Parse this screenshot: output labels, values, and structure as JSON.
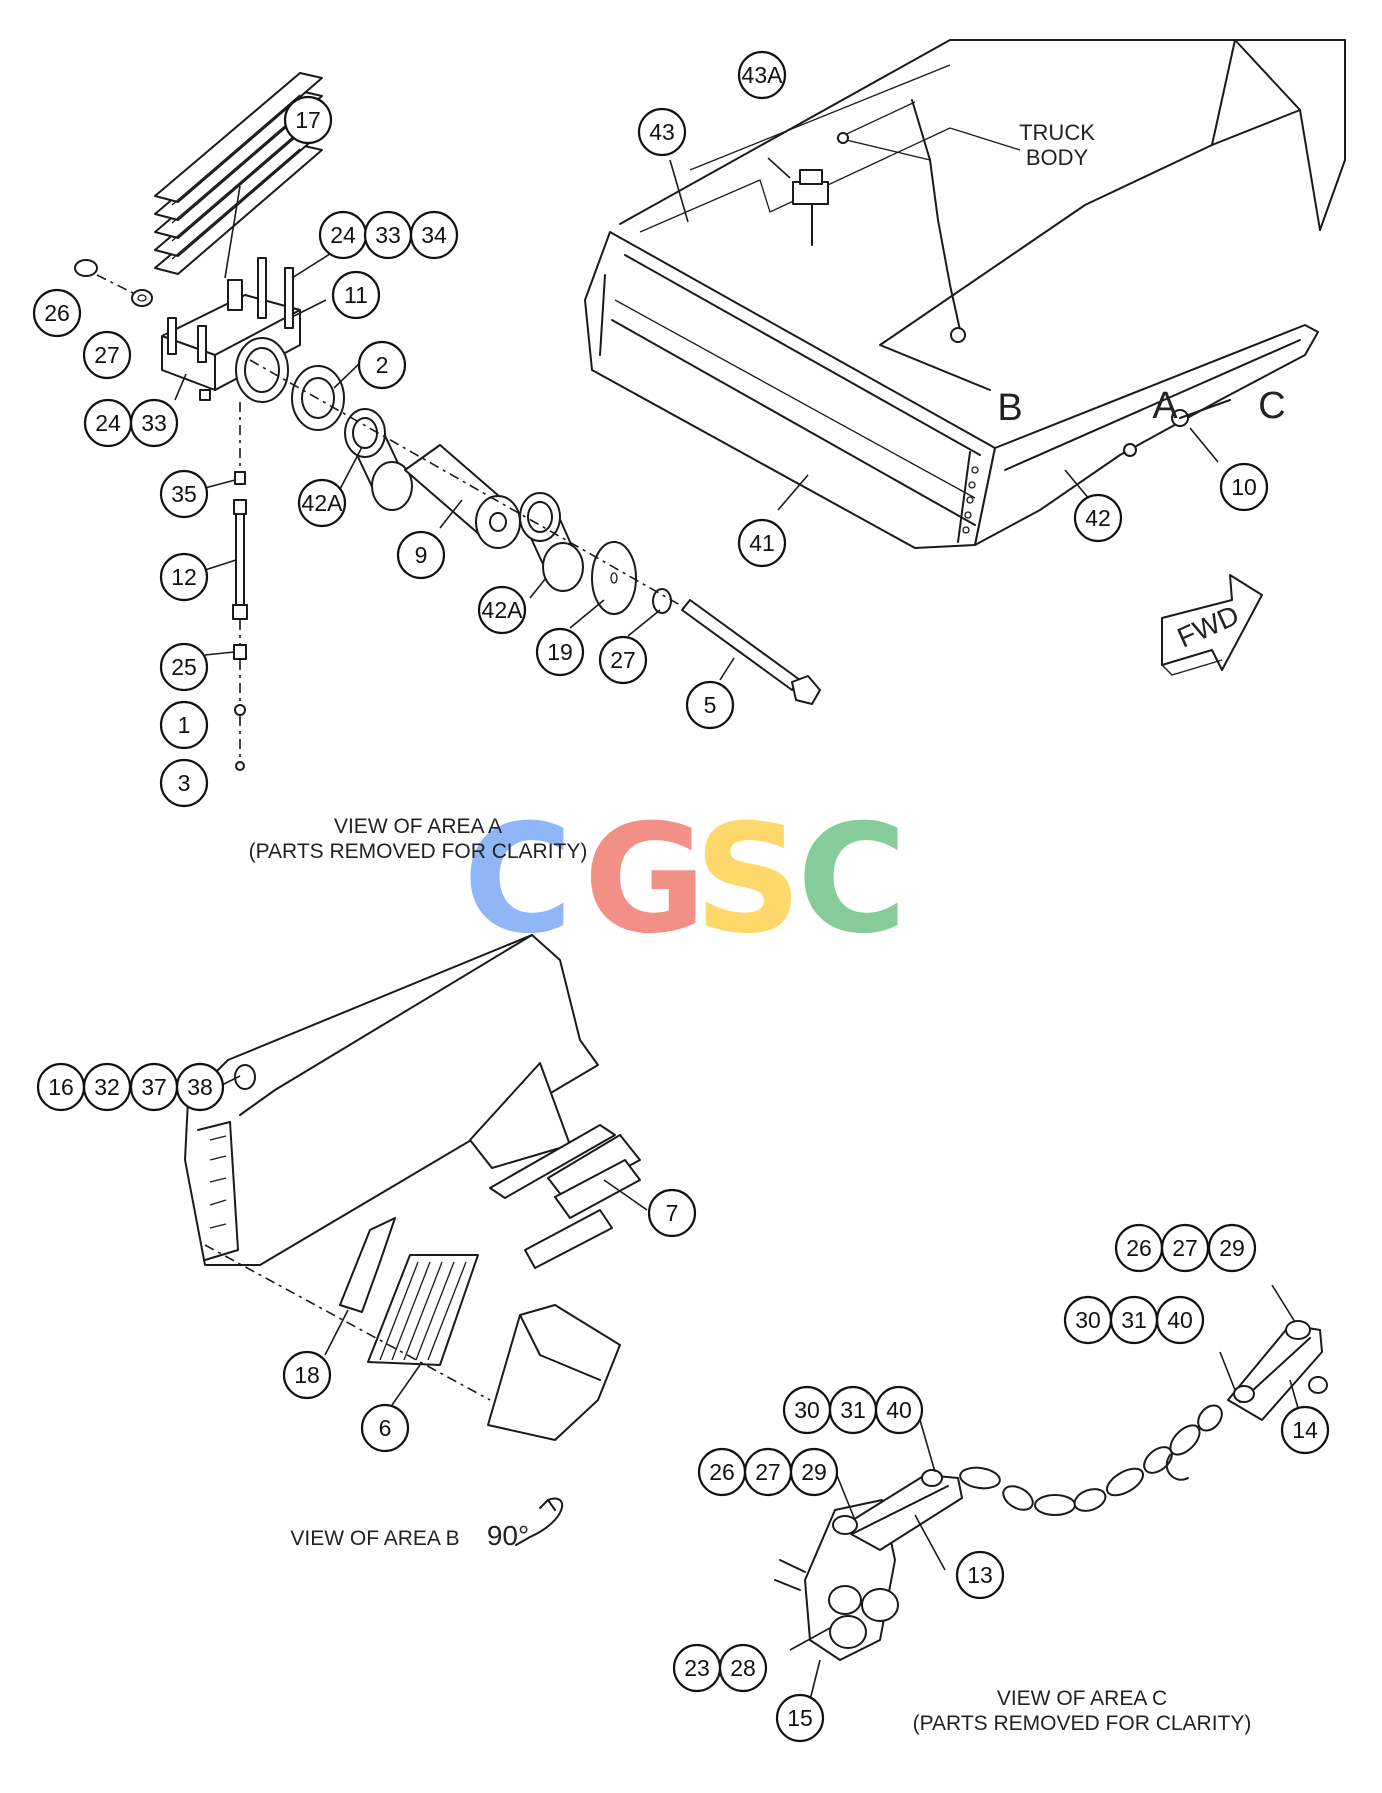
{
  "views": {
    "area_a": {
      "line1": "VIEW OF AREA A",
      "line2": "(PARTS REMOVED FOR CLARITY)"
    },
    "area_b": {
      "line1": "VIEW OF AREA B",
      "rotation": "90°"
    },
    "area_c": {
      "line1": "VIEW OF AREA C",
      "line2": "(PARTS REMOVED FOR CLARITY)"
    }
  },
  "truck_body": {
    "line1": "TRUCK",
    "line2": "BODY"
  },
  "area_letters": {
    "a": "A",
    "b": "B",
    "c": "C"
  },
  "direction": {
    "label": "FWD"
  },
  "watermark": {
    "letters": [
      "C",
      "G",
      "S",
      "C"
    ],
    "colors": [
      "#8ab4f8",
      "#f28b82",
      "#fdd663",
      "#81c995"
    ]
  },
  "callouts": {
    "a": [
      "17",
      "24",
      "33",
      "34",
      "26",
      "11",
      "27",
      "2",
      "24",
      "33",
      "35",
      "42A",
      "9",
      "12",
      "42A",
      "19",
      "27",
      "25",
      "5",
      "1",
      "3"
    ],
    "top": [
      "43A",
      "43",
      "41",
      "42",
      "10"
    ],
    "b": [
      "16",
      "32",
      "37",
      "38",
      "7",
      "18",
      "6"
    ],
    "c": [
      "26",
      "27",
      "29",
      "30",
      "31",
      "40",
      "14",
      "30",
      "31",
      "40",
      "26",
      "27",
      "29",
      "13",
      "23",
      "28",
      "15"
    ]
  }
}
